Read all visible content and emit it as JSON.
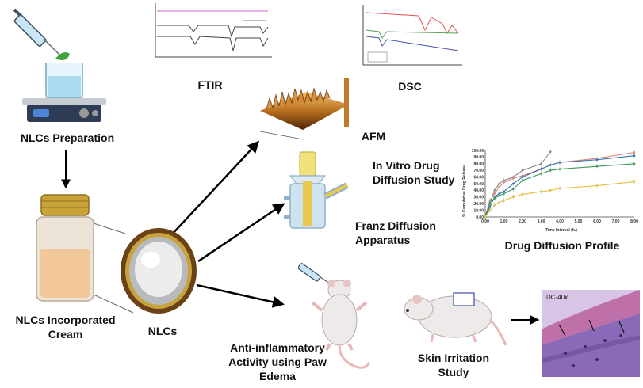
{
  "labels": {
    "nlc_prep": "NLCs Preparation",
    "cream_line1": "NLCs Incorporated",
    "cream_line2": "Cream",
    "nlcs": "NLCs",
    "ftir": "FTIR",
    "dsc": "DSC",
    "afm": "AFM",
    "invitro_line1": "In Vitro Drug",
    "invitro_line2": "Diffusion Study",
    "franz_line1": "Franz Diffusion",
    "franz_line2": "Apparatus",
    "profile": "Drug Diffusion Profile",
    "anti_line1": "Anti-inflammatory",
    "anti_line2": "Activity using Paw",
    "anti_line3": "Edema",
    "skin_line1": "Skin Irritation",
    "skin_line2": "Study",
    "histo_tag": "DC-40x"
  },
  "chart_data": {
    "type": "line",
    "x": [
      0,
      0.25,
      0.5,
      0.75,
      1,
      1.5,
      2,
      3,
      3.5,
      4,
      6,
      8
    ],
    "xlabel": "Time Interval (h.)",
    "ylabel": "% Cumulative Drug Release",
    "xlim": [
      0,
      8
    ],
    "ylim": [
      0,
      100
    ],
    "xticks": [
      "0.00",
      "1.00",
      "2.00",
      "3.00",
      "4.00",
      "5.00",
      "6.00",
      "7.00",
      "8.00"
    ],
    "yticks": [
      "0.00",
      "10.00",
      "20.00",
      "30.00",
      "40.00",
      "50.00",
      "60.00",
      "70.00",
      "80.00",
      "90.00",
      "100.00"
    ],
    "series": [
      {
        "color": "#8a8a8a",
        "values": [
          0,
          20,
          40,
          50,
          55,
          60,
          70,
          80,
          98,
          null,
          null,
          null
        ]
      },
      {
        "color": "#d98a7a",
        "values": [
          0,
          25,
          35,
          45,
          52,
          58,
          62,
          72,
          78,
          82,
          88,
          97
        ]
      },
      {
        "color": "#2f6fb0",
        "values": [
          0,
          15,
          30,
          35,
          38,
          50,
          60,
          72,
          78,
          82,
          86,
          92
        ]
      },
      {
        "color": "#3a9a5a",
        "values": [
          0,
          22,
          28,
          32,
          35,
          42,
          55,
          65,
          70,
          72,
          76,
          80
        ]
      },
      {
        "color": "#e0c040",
        "values": [
          0,
          10,
          18,
          22,
          25,
          30,
          34,
          38,
          40,
          43,
          47,
          53
        ]
      }
    ]
  }
}
